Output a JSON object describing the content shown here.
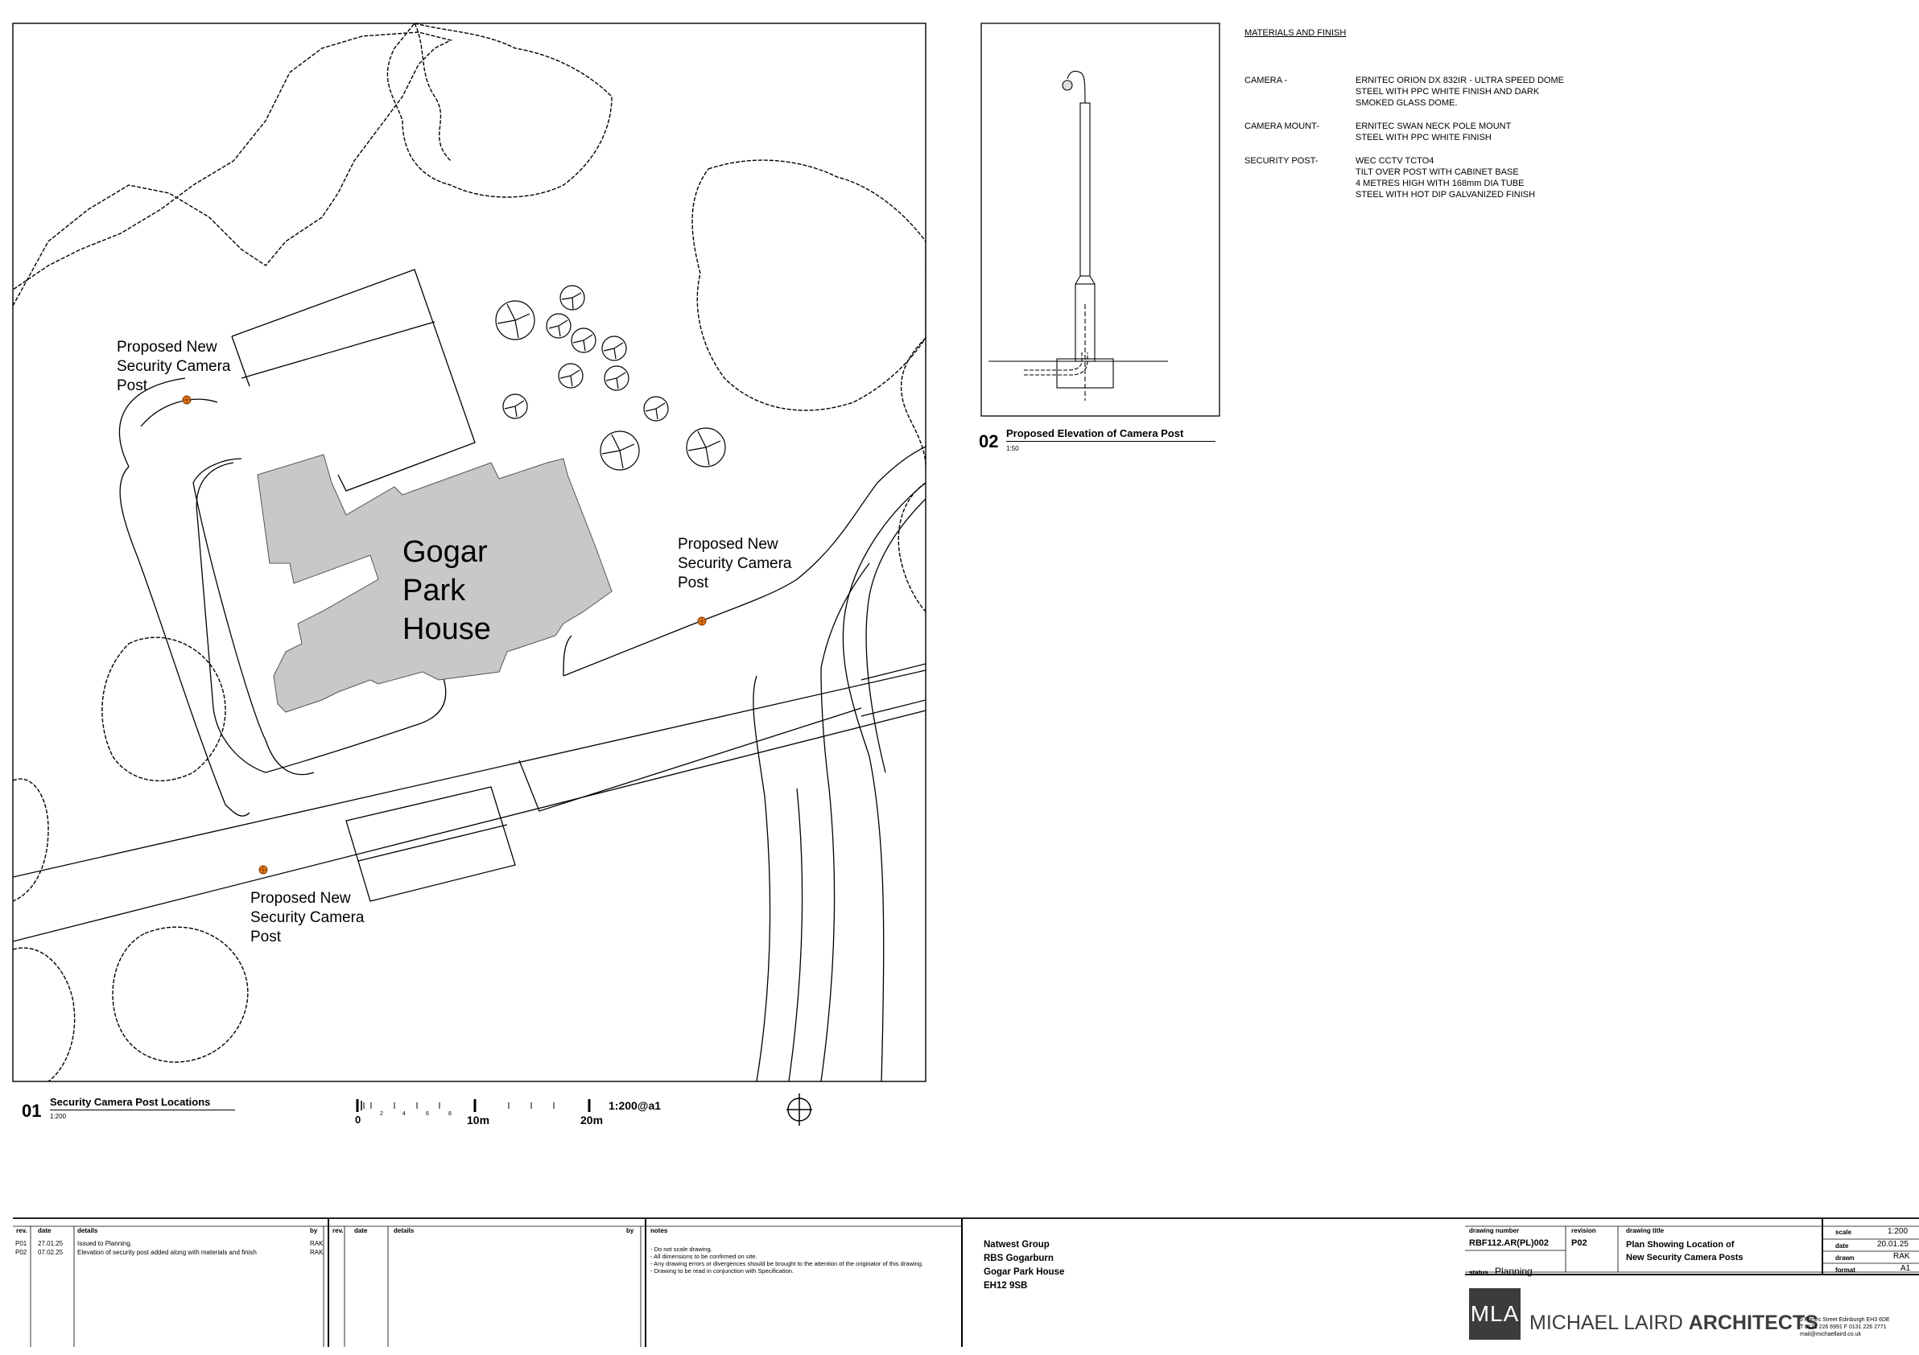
{
  "plan": {
    "building_label": [
      "Gogar",
      "Park",
      "House"
    ],
    "camera_label_lines": [
      "Proposed New",
      "Security Camera",
      "Post"
    ],
    "view_number": "01",
    "view_title": "Security Camera Post Locations",
    "view_scale": "1:200"
  },
  "scale_bar": {
    "label_0": "0",
    "minor_labels": [
      "2",
      "4",
      "6",
      "8"
    ],
    "label_10": "10m",
    "label_20": "20m",
    "ratio": "1:200@a1"
  },
  "elevation": {
    "view_number": "02",
    "view_title": "Proposed Elevation of Camera Post",
    "view_scale": "1:50"
  },
  "materials": {
    "heading": "MATERIALS AND FINISH",
    "items": [
      {
        "key": "CAMERA -",
        "lines": [
          "ERNITEC ORION DX 832IR - ULTRA SPEED DOME",
          "STEEL WITH PPC WHITE FINISH AND DARK",
          "SMOKED GLASS DOME."
        ]
      },
      {
        "key": "CAMERA MOUNT-",
        "lines": [
          "ERNITEC SWAN NECK POLE MOUNT",
          "STEEL WITH PPC WHITE FINISH"
        ]
      },
      {
        "key": "SECURITY POST-",
        "lines": [
          "WEC CCTV TCTO4",
          "TILT OVER POST WITH CABINET BASE",
          "4 METRES HIGH WITH 168mm DIA TUBE",
          "STEEL WITH HOT DIP GALVANIZED FINISH"
        ]
      }
    ]
  },
  "revisions": {
    "headers": {
      "rev": "rev.",
      "date": "date",
      "details": "details",
      "by": "by"
    },
    "rows": [
      {
        "rev": "P01",
        "date": "27.01.25",
        "details": "Issued to Planning.",
        "by": "RAK"
      },
      {
        "rev": "P02",
        "date": "07.02.25",
        "details": "Elevation of security post added along with materials and finish",
        "by": "RAK"
      }
    ]
  },
  "notes": {
    "heading": "notes",
    "lines": [
      "- Do not scale drawing.",
      "- All dimensions to be confirmed on site.",
      "- Any drawing errors or divergences should be brought to the attention of the originator of this drawing.",
      "- Drawing to be read in conjunction with Specification."
    ]
  },
  "client": {
    "lines": [
      "Natwest Group",
      "RBS Gogarburn",
      "Gogar Park House",
      "EH12 9SB"
    ]
  },
  "title_block": {
    "drawing_number_label": "drawing number",
    "drawing_number": "RBF112.AR(PL)002",
    "revision_label": "revision",
    "revision": "P02",
    "drawing_title_label": "drawing title",
    "drawing_title": [
      "Plan Showing Location of",
      "New Security Camera Posts"
    ],
    "status_label": "status",
    "status": "Planning",
    "scale_label": "scale",
    "scale": "1:200",
    "date_label": "date",
    "date": "20.01.25",
    "drawn_label": "drawn",
    "drawn": "RAK",
    "format_label": "format",
    "format": "A1"
  },
  "firm": {
    "logo_text": "MLA",
    "name_light": "MICHAEL LAIRD",
    "name_bold": "ARCHITECTS",
    "contact": [
      "5 Forres Street  Edinburgh  EH3 6DE",
      "T  0131 226 6991   F  0131 226 2771",
      "mail@michaellaird.co.uk"
    ]
  },
  "colors": {
    "building_fill": "#c8c8c8",
    "camera_marker": "#e07a1f",
    "logo_bg": "#3c3c3c"
  }
}
